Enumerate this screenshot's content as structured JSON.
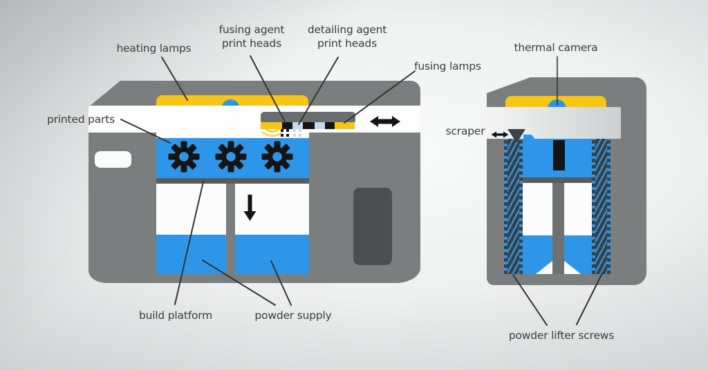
{
  "colors": {
    "machine_gray": "#7b7e7e",
    "carriage_gray": "#6b6e6e",
    "divider_gray": "#585b5b",
    "column_gray": "#6e7171",
    "dark_fixture": "#4c4f4f",
    "scraper_gray": "#3e4141",
    "ink_black": "#141414",
    "powder_blue": "#2d96e8",
    "pale_blue": "#c3daed",
    "lamp_yellow": "#f7c513",
    "chamber_white": "#fcfcfc",
    "band_white": "#fdfdfd",
    "line_color": "#333333",
    "text_color": "#3c3c3c"
  },
  "labels": {
    "heating_lamps": "heating lamps",
    "fusing_agent": [
      "fusing agent",
      "print heads"
    ],
    "detailing_agent": [
      "detailing agent",
      "print heads"
    ],
    "fusing_lamps": "fusing lamps",
    "thermal_camera": "thermal camera",
    "printed_parts": "printed parts",
    "scraper": "scraper",
    "build_platform": "build platform",
    "powder_supply": "powder supply",
    "powder_lifter_screws": "powder lifter screws"
  },
  "icons": {
    "carriage_motion": "left-right-arrow",
    "scraper_motion": "left-right-arrow",
    "powder_feed": "down-arrow",
    "printed_part": "gear"
  }
}
